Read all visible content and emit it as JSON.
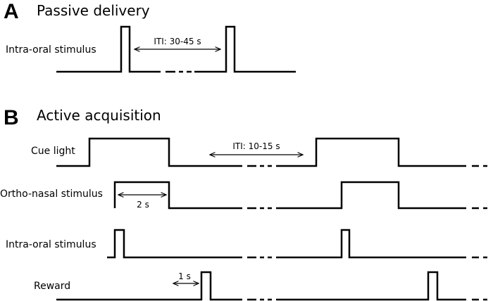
{
  "panel_a": {
    "letter": "A",
    "title": "Passive delivery",
    "rows": [
      {
        "label": "Intra-oral stimulus"
      }
    ],
    "annotation": "ITI: 30-45 s"
  },
  "panel_b": {
    "letter": "B",
    "title": "Active acquisition",
    "rows": [
      {
        "label": "Cue light"
      },
      {
        "label": "Ortho-nasal stimulus"
      },
      {
        "label": "Intra-oral stimulus"
      },
      {
        "label": "Reward"
      }
    ],
    "annotations": {
      "iti": "ITI: 10-15 s",
      "two_s": "2 s",
      "one_s": "1 s"
    }
  }
}
